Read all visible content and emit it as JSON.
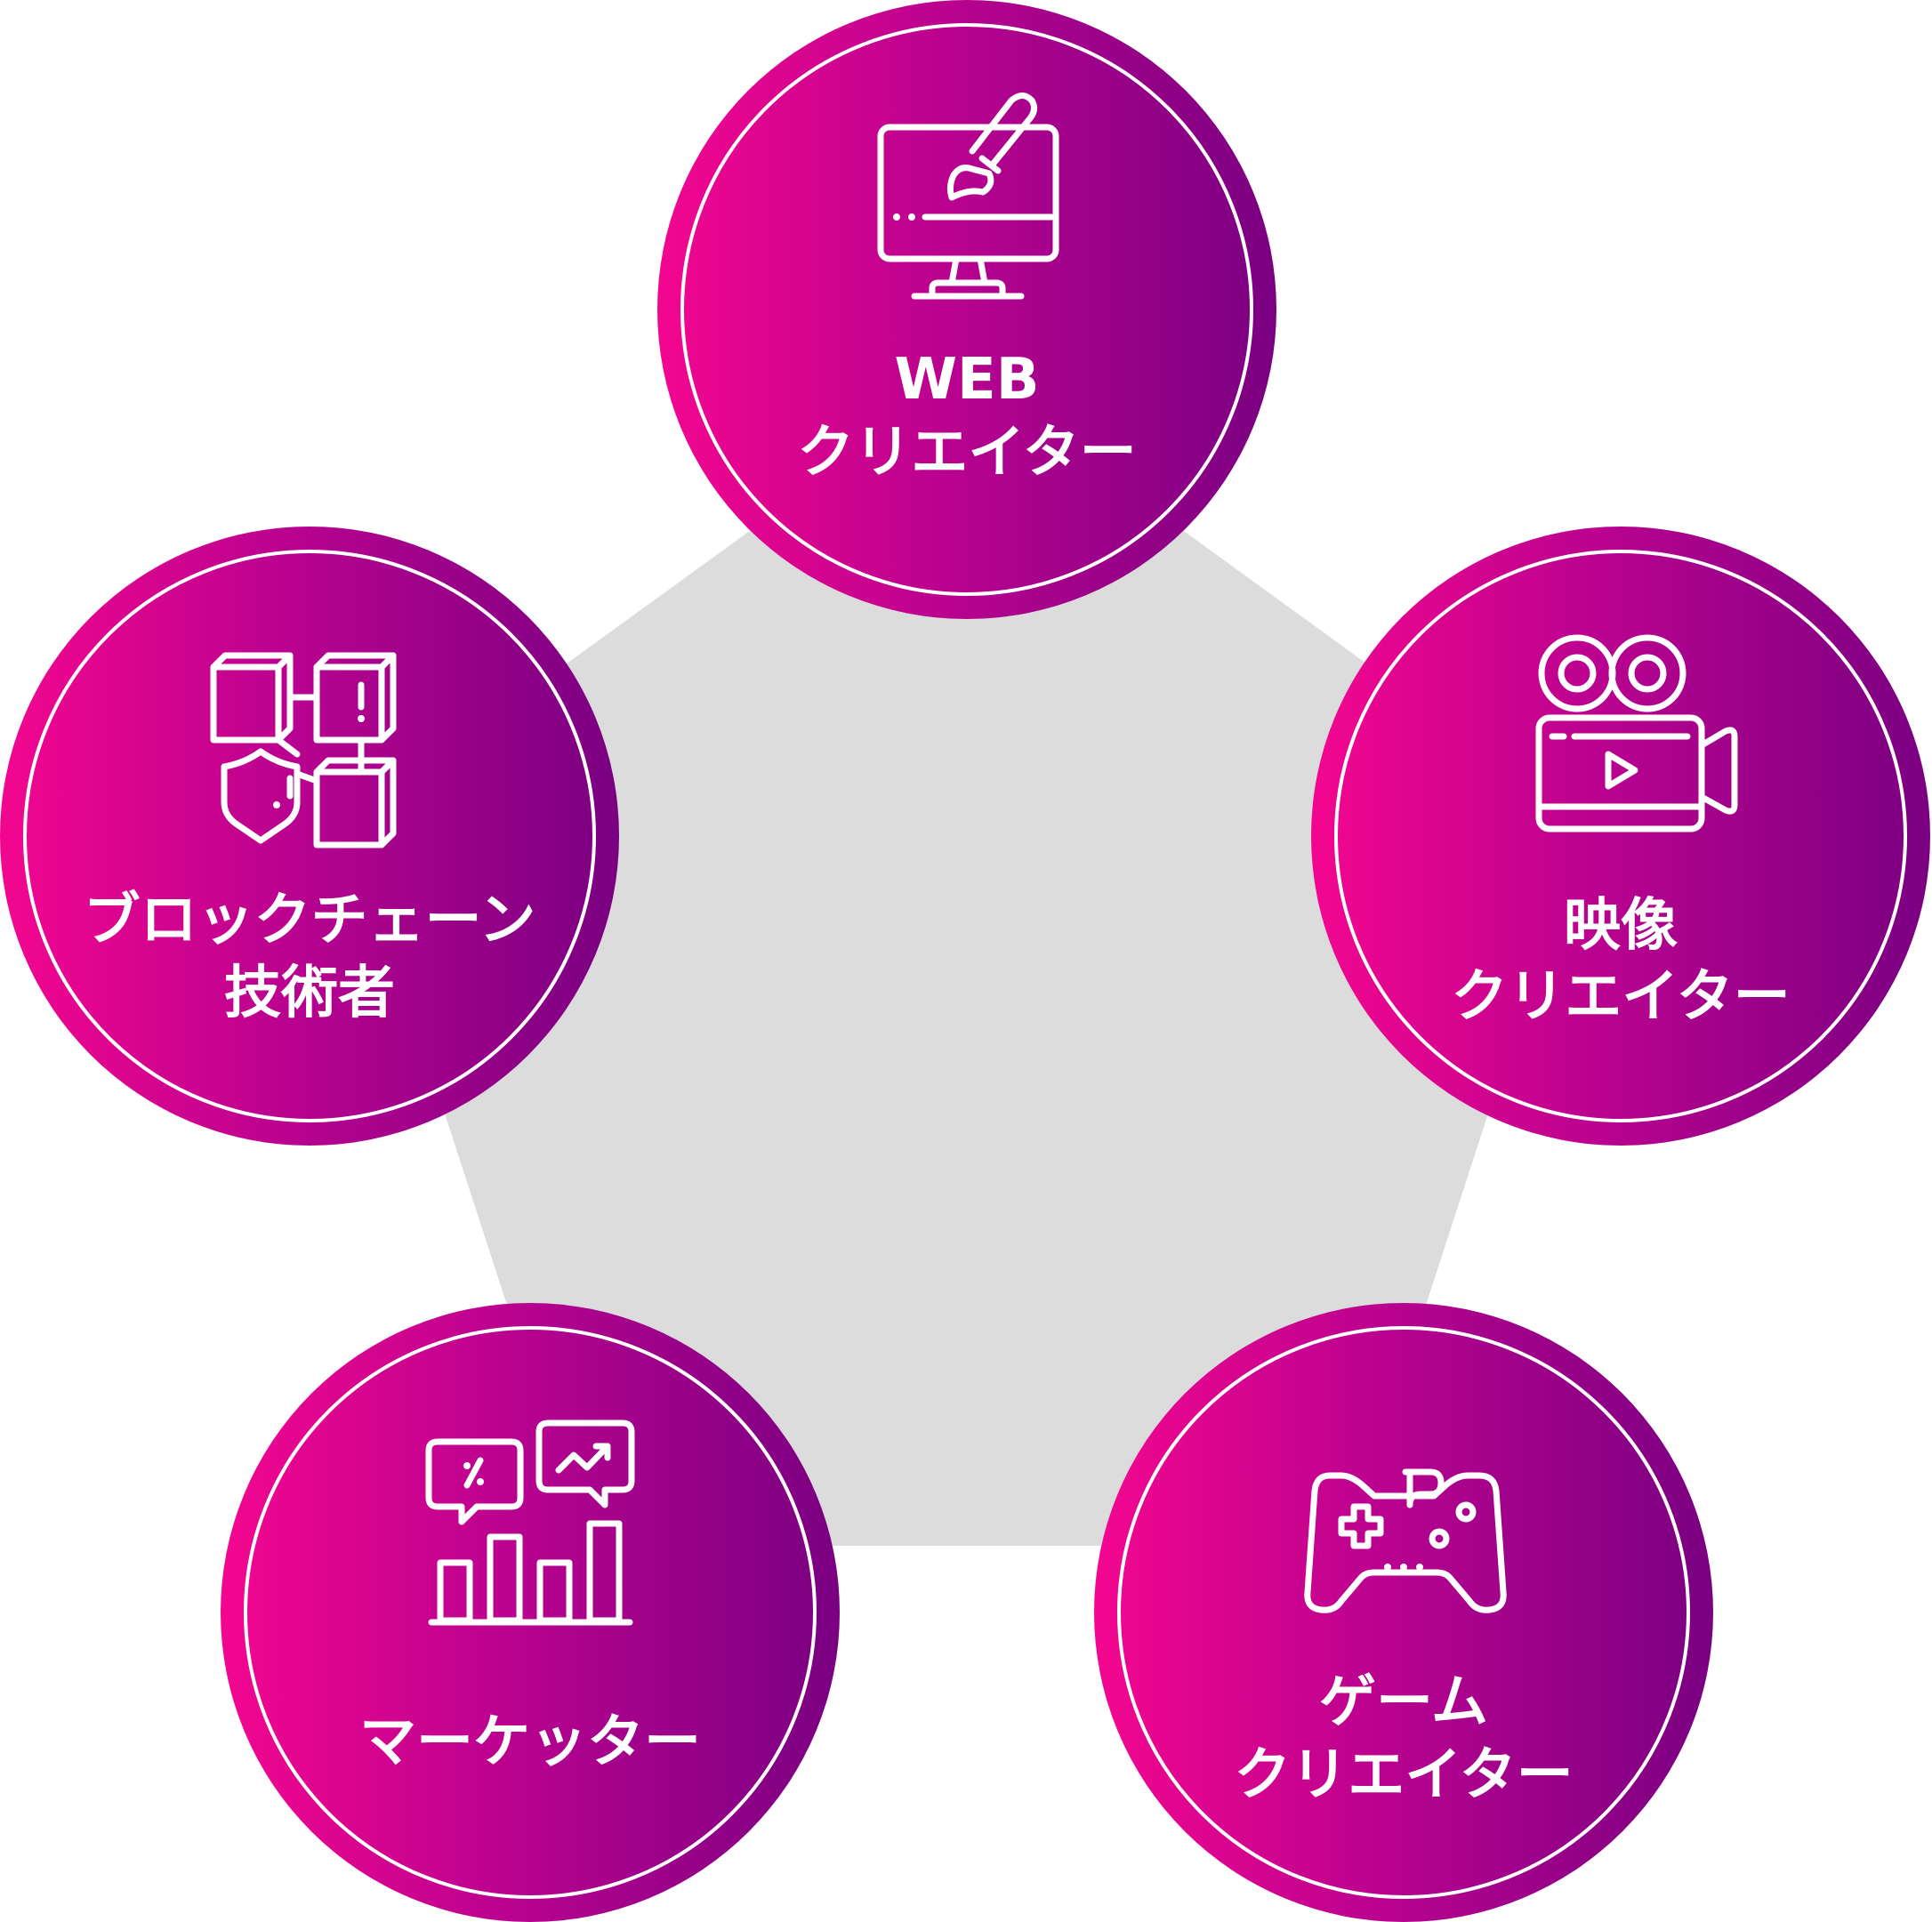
{
  "colors": {
    "gradient_start": "#f3068f",
    "gradient_mid": "#b5028f",
    "gradient_end": "#7a0081",
    "pentagon": "#dcdcdc",
    "ring_line": "#ffffff",
    "text": "#ffffff"
  },
  "nodes": [
    {
      "id": "web",
      "icon": "monitor-paintbrush-icon",
      "line1": "WEB",
      "line2": "クリエイター"
    },
    {
      "id": "video",
      "icon": "film-camera-icon",
      "line1": "映像",
      "line2": "クリエイター"
    },
    {
      "id": "game",
      "icon": "game-controller-icon",
      "line1": "ゲーム",
      "line2": "クリエイター"
    },
    {
      "id": "marketer",
      "icon": "chat-bar-chart-icon",
      "line1": "マーケッター",
      "line2": ""
    },
    {
      "id": "blockchain",
      "icon": "blockchain-blocks-icon",
      "line1": "ブロックチェーン",
      "line2": "技術者"
    }
  ]
}
